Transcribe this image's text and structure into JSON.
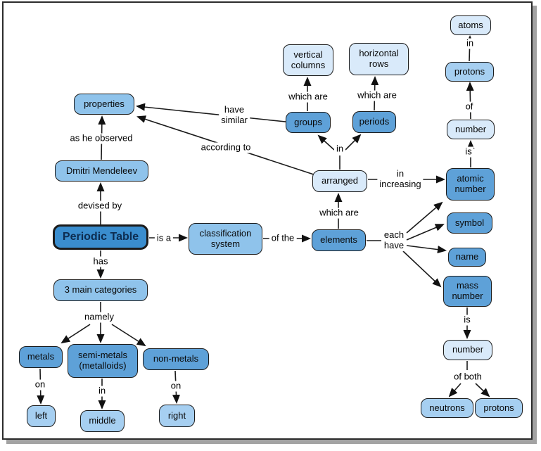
{
  "diagram": {
    "colors": {
      "node_dark": "#3a8dce",
      "node_medium": "#5ea1d8",
      "node_midlight": "#8fc3eb",
      "node_light": "#a6cff1",
      "node_lightest": "#d9eafa",
      "node_border": "#1b1b1b",
      "line": "#1b1b1b",
      "frame_shadow": "#a3a3a3"
    },
    "nodes": {
      "periodic_table": {
        "label": "Periodic Table"
      },
      "properties": {
        "label": "properties"
      },
      "dmitri_mendeleev": {
        "label": "Dmitri Mendeleev"
      },
      "classification_system": {
        "label": "classification\nsystem"
      },
      "three_main_categories": {
        "label": "3 main categories"
      },
      "metals": {
        "label": "metals"
      },
      "semi_metals": {
        "label": "semi-metals\n(metalloids)"
      },
      "non_metals": {
        "label": "non-metals"
      },
      "left": {
        "label": "left"
      },
      "middle": {
        "label": "middle"
      },
      "right": {
        "label": "right"
      },
      "vertical_columns": {
        "label": "vertical\ncolumns"
      },
      "horizontal_rows": {
        "label": "horizontal\nrows"
      },
      "groups": {
        "label": "groups"
      },
      "periods": {
        "label": "periods"
      },
      "arranged": {
        "label": "arranged"
      },
      "elements": {
        "label": "elements"
      },
      "atoms": {
        "label": "atoms"
      },
      "protons_top": {
        "label": "protons"
      },
      "number_top": {
        "label": "number"
      },
      "atomic_number": {
        "label": "atomic\nnumber"
      },
      "symbol": {
        "label": "symbol"
      },
      "name": {
        "label": "name"
      },
      "mass_number": {
        "label": "mass\nnumber"
      },
      "number_bottom": {
        "label": "number"
      },
      "neutrons": {
        "label": "neutrons"
      },
      "protons_bottom": {
        "label": "protons"
      }
    },
    "edge_labels": {
      "as_he_observed": "as he observed",
      "devised_by": "devised by",
      "have_similar": "have\nsimilar",
      "according_to": "according to",
      "which_are_groups": "which are",
      "which_are_periods": "which are",
      "in_arranged": "in",
      "which_are_elements": "which are",
      "is_a": "is a",
      "of_the": "of the",
      "in_increasing": "in\nincreasing",
      "each_have": "each\nhave",
      "is_atomic": "is",
      "of_top": "of",
      "in_top": "in",
      "has": "has",
      "namely": "namely",
      "on_left": "on",
      "in_middle": "in",
      "on_right": "on",
      "is_bottom": "is",
      "of_both": "of both"
    }
  }
}
